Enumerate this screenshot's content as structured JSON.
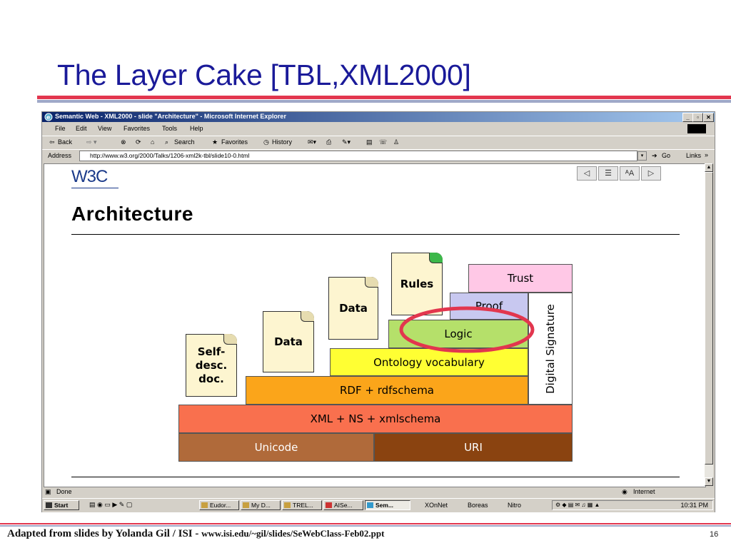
{
  "slide": {
    "title": "The Layer Cake [TBL,XML2000]",
    "footer_main": "Adapted from slides by Yolanda Gil / ISI - ",
    "footer_url": "www.isi.edu/~gil/slides/SeWebClass-Feb02.ppt",
    "page_number": "16"
  },
  "browser": {
    "window_title": "Semantic Web - XML2000 - slide \"Architecture\" - Microsoft Internet Explorer",
    "menu": [
      "File",
      "Edit",
      "View",
      "Favorites",
      "Tools",
      "Help"
    ],
    "toolbar": {
      "back": "Back",
      "search": "Search",
      "favorites": "Favorites",
      "history": "History"
    },
    "address_label": "Address",
    "address_url": "http://www.w3.org/2000/Talks/1206-xml2k-tbl/slide10-0.html",
    "go_label": "Go",
    "links_label": "Links",
    "status_text": "Done",
    "zone_text": "Internet"
  },
  "page": {
    "logo": "W3C",
    "heading": "Architecture",
    "layers": {
      "unicode": "Unicode",
      "uri": "URI",
      "xml": "XML + NS + xmlschema",
      "rdf": "RDF + rdfschema",
      "ontology": "Ontology vocabulary",
      "logic": "Logic",
      "proof": "Proof",
      "trust": "Trust",
      "signature": "Digital Signature"
    },
    "docs": {
      "selfdesc_1": "Self-",
      "selfdesc_2": "desc.",
      "selfdesc_3": "doc.",
      "data1": "Data",
      "data2": "Data",
      "rules": "Rules"
    }
  },
  "taskbar": {
    "start": "Start",
    "tasks": [
      "Eudor...",
      "My D...",
      "TREL...",
      "AISe...",
      "Sem..."
    ],
    "quick": [
      "XOnNet",
      "Boreas",
      "Nitro"
    ],
    "clock": "10:31 PM"
  },
  "colors": {
    "title_blue": "#1a1a99",
    "accent_red": "#e2364e",
    "unicode": "#b06a3a",
    "uri": "#8a4310",
    "xml": "#f9704e",
    "rdf": "#fba51a",
    "ontology": "#ffff33",
    "logic": "#b5e06a",
    "proof": "#c8c8f0",
    "trust": "#ffc8e6",
    "highlight_ring": "#e2364e"
  }
}
